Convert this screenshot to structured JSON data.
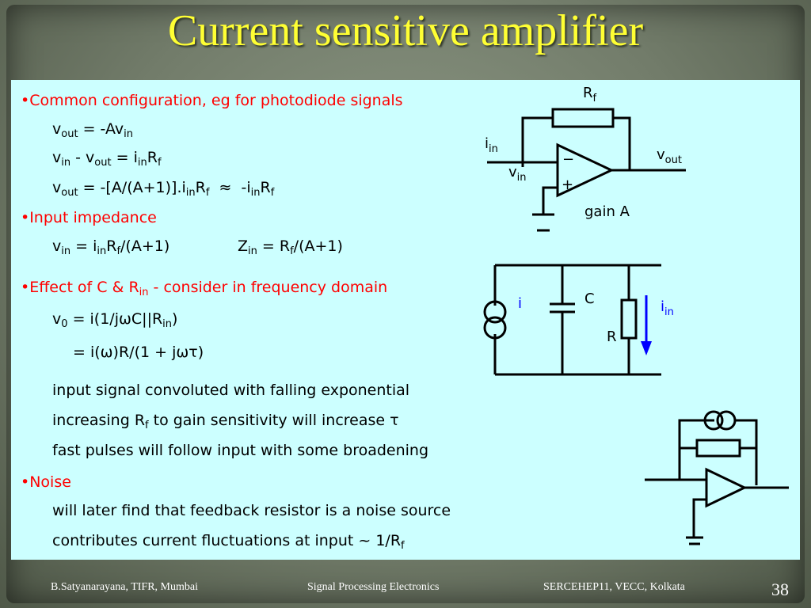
{
  "slide": {
    "title": "Current sensitive amplifier",
    "footer_left": "B.Satyanarayana, TIFR, Mumbai",
    "footer_center": "Signal Processing Electronics",
    "footer_right": "SERCEHEP11, VECC, Kolkata",
    "page_number": "38"
  },
  "content": {
    "b1": "•Common configuration, eg for photodiode signals",
    "b2": "•Input impedance",
    "b3a": "•Effect of C & R",
    "b3sub": "in",
    "b3b": " - consider in frequency domain",
    "l1": "input signal convoluted with falling exponential",
    "l2a": "increasing R",
    "l2sub": "f",
    "l2b": " to gain sensitivity will increase τ",
    "l3": "fast pulses will follow input with some broadening",
    "b4": "•Noise",
    "n1": "will later find that feedback resistor is a noise source",
    "n2a": "contributes current fluctuations at input ~ 1/R",
    "n2sub": "f"
  },
  "equations": {
    "e1": [
      "v",
      "out",
      " = -Av",
      "in"
    ],
    "e2": [
      "v",
      "in",
      " - v",
      "out",
      " = i",
      "in",
      "R",
      "f"
    ],
    "e3": [
      "v",
      "out",
      " = -[A/(A+1)].i",
      "in",
      "R",
      "f",
      "  ≈  -i",
      "in",
      "R",
      "f"
    ],
    "e4": [
      "v",
      "in",
      " = i",
      "in",
      "R",
      "f",
      "/(A+1)"
    ],
    "e5": [
      "Z",
      "in",
      " = R",
      "f",
      "/(A+1)"
    ],
    "e6": [
      "v",
      "0",
      " = i(1/jωC||R",
      "in",
      ")"
    ],
    "e7": "= i(ω)R/(1 + jωτ)"
  },
  "diagram1": {
    "rf": "R",
    "rf_sub": "f",
    "iin": "i",
    "iin_sub": "in",
    "vin": "v",
    "vin_sub": "in",
    "vout": "v",
    "vout_sub": "out",
    "minus": "−",
    "plus": "+",
    "gain": "gain A"
  },
  "diagram2": {
    "i": "i",
    "c": "C",
    "r": "R",
    "iin": "i",
    "iin_sub": "in"
  },
  "colors": {
    "title": "#ffff33",
    "bullet": "#ff0000",
    "panel": "#ccffff",
    "arrow": "#0000ff"
  }
}
